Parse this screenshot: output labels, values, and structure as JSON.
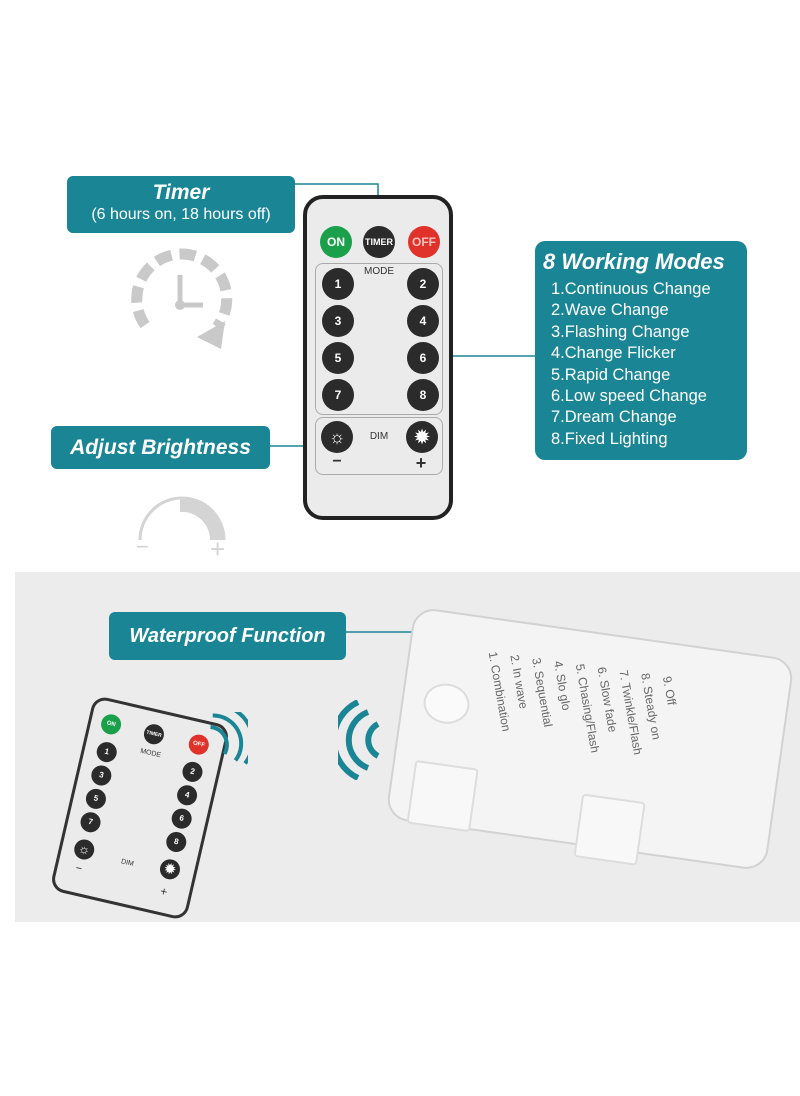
{
  "timer": {
    "title": "Timer",
    "subtitle": "(6 hours on, 18 hours off)"
  },
  "modes": {
    "title": "8 Working Modes",
    "items": [
      "1.Continuous Change",
      "2.Wave Change",
      "3.Flashing Change",
      "4.Change Flicker",
      "5.Rapid Change",
      "6.Low speed Change",
      "7.Dream Change",
      "8.Fixed Lighting"
    ]
  },
  "brightness": {
    "label": "Adjust Brightness"
  },
  "waterproof": {
    "label": "Waterproof Function"
  },
  "remote": {
    "on": "ON",
    "timer": "TIMER",
    "off": "OFF",
    "mode": "MODE",
    "numbers": [
      "1",
      "2",
      "3",
      "4",
      "5",
      "6",
      "7",
      "8"
    ],
    "dim": "DIM",
    "minus": "−",
    "plus": "+"
  },
  "dial": {
    "minus": "−",
    "plus": "+"
  },
  "battery_box": {
    "lines": [
      "1. Combination",
      "2. In wave",
      "3. Sequential",
      "4. Slo glo",
      "5. Chasing/Flash",
      "6. Slow fade",
      "7. Twinkle/Flash",
      "8. Steady on",
      "9. Off"
    ]
  },
  "colors": {
    "accent": "#1a8595",
    "on": "#1aa04a",
    "off": "#e0322b",
    "button": "#2b2b2b"
  }
}
